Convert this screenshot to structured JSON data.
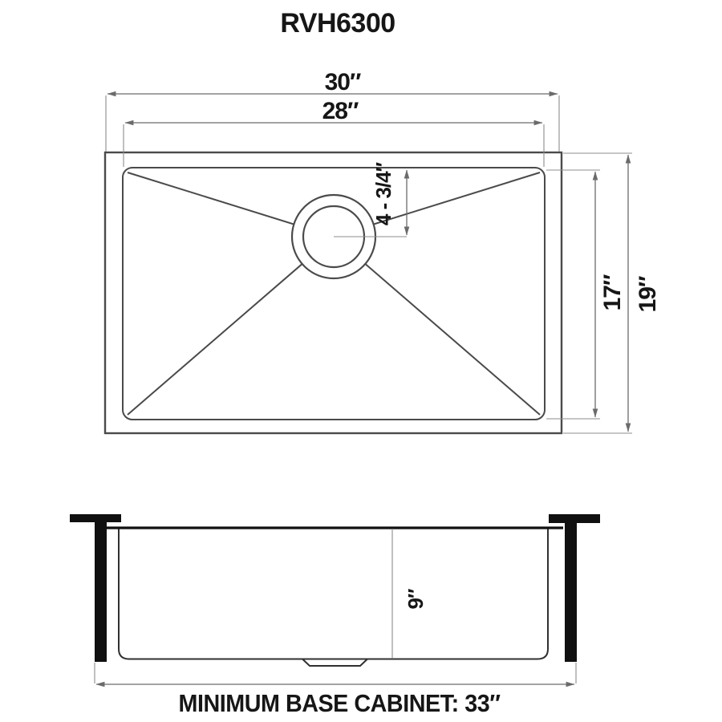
{
  "title": "RVH6300",
  "colors": {
    "background": "#ffffff",
    "text": "#161616",
    "line_dark": "#4a4a4a",
    "line_mid": "#6b6b6b",
    "line_dim": "#8d8d8d",
    "line_sink": "#303030",
    "clip": "#101010"
  },
  "top_view": {
    "outer_width_label": "30″",
    "inner_width_label": "28″",
    "drain_offset_label": "4 - 3/4″",
    "inner_depth_label": "17″",
    "outer_depth_label": "19″"
  },
  "side_view": {
    "bowl_depth_label": "9″",
    "cabinet_note": "MINIMUM BASE CABINET: 33″"
  }
}
